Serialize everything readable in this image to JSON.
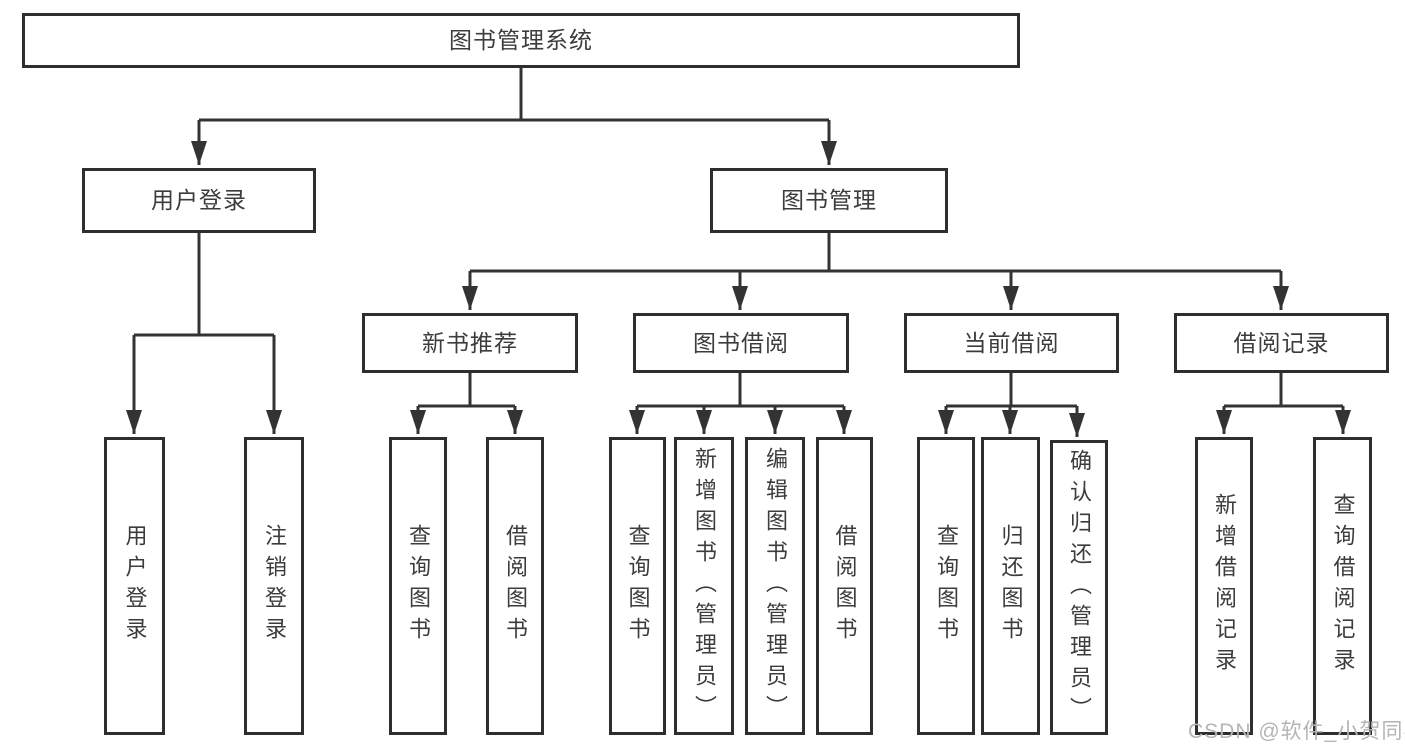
{
  "diagram": {
    "root": "图书管理系统",
    "level2": {
      "user_login": "用户登录",
      "book_mgmt": "图书管理"
    },
    "user_login_children": {
      "login": "用户登录",
      "logout": "注销登录"
    },
    "book_mgmt_children": {
      "new_book_rec": "新书推荐",
      "book_borrow": "图书借阅",
      "current_borrow": "当前借阅",
      "borrow_record": "借阅记录"
    },
    "new_book_rec_children": {
      "query_book": "查询图书",
      "borrow_book": "借阅图书"
    },
    "book_borrow_children": {
      "query_book": "查询图书",
      "add_book": "新增图书（管理员）",
      "edit_book": "编辑图书（管理员）",
      "borrow_book": "借阅图书"
    },
    "current_borrow_children": {
      "query_book": "查询图书",
      "return_book": "归还图书",
      "confirm_return": "确认归还（管理员）"
    },
    "borrow_record_children": {
      "add_record": "新增借阅记录",
      "query_record": "查询借阅记录"
    }
  },
  "watermark": "CSDN @软件_小贺同学",
  "colors": {
    "line": "#333333",
    "box_border": "#2e2e2e",
    "text": "#3c3c3c",
    "watermark_text": "#b5b5b5",
    "background": "#ffffff"
  }
}
